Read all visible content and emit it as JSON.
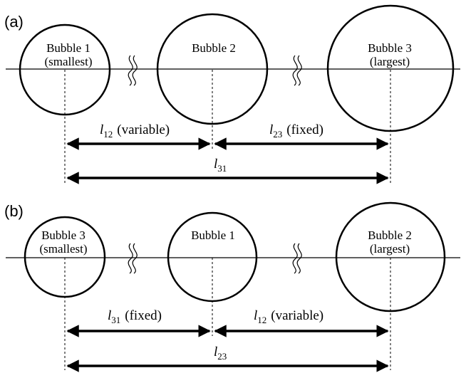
{
  "panels": [
    {
      "label": "(a)",
      "bubbles": [
        {
          "name": "Bubble 1",
          "note": "(smallest)"
        },
        {
          "name": "Bubble 2",
          "note": ""
        },
        {
          "name": "Bubble 3",
          "note": "(largest)"
        }
      ],
      "arrows": [
        {
          "symbol": "l",
          "sub": "12",
          "text": "(variable)"
        },
        {
          "symbol": "l",
          "sub": "23",
          "text": "(fixed)"
        },
        {
          "symbol": "l",
          "sub": "31",
          "text": ""
        }
      ]
    },
    {
      "label": "(b)",
      "bubbles": [
        {
          "name": "Bubble 3",
          "note": "(smallest)"
        },
        {
          "name": "Bubble 1",
          "note": ""
        },
        {
          "name": "Bubble 2",
          "note": "(largest)"
        }
      ],
      "arrows": [
        {
          "symbol": "l",
          "sub": "31",
          "text": "(fixed)"
        },
        {
          "symbol": "l",
          "sub": "12",
          "text": "(variable)"
        },
        {
          "symbol": "l",
          "sub": "23",
          "text": ""
        }
      ]
    }
  ],
  "colors": {
    "stroke": "#000000",
    "background": "#ffffff"
  },
  "icons": {
    "break": "axis-break-icon"
  }
}
